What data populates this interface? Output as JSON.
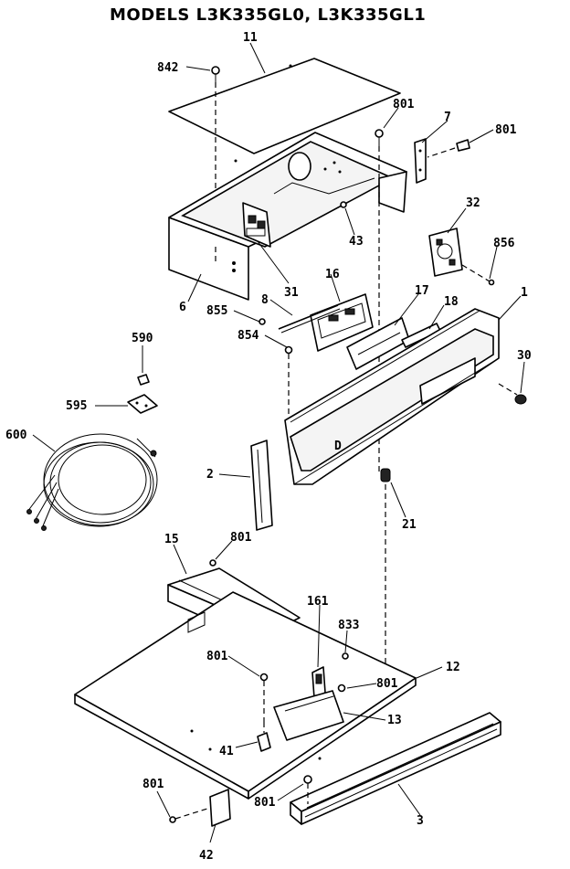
{
  "title": "MODELS L3K335GL0, L3K335GL1",
  "callouts": {
    "c842": "842",
    "c11": "11",
    "c801a": "801",
    "c7": "7",
    "c801b": "801",
    "c43": "43",
    "c32": "32",
    "c856": "856",
    "c6": "6",
    "c31": "31",
    "c16": "16",
    "c8": "8",
    "c855": "855",
    "c17": "17",
    "c18": "18",
    "c1": "1",
    "c854": "854",
    "c590": "590",
    "c30": "30",
    "c595": "595",
    "c600": "600",
    "c2": "2",
    "c21": "21",
    "c15": "15",
    "c801c": "801",
    "c161": "161",
    "c833": "833",
    "c801d": "801",
    "c12": "12",
    "c801e": "801",
    "c13": "13",
    "c41": "41",
    "c801f": "801",
    "c801g": "801",
    "c3": "3",
    "c42": "42"
  }
}
